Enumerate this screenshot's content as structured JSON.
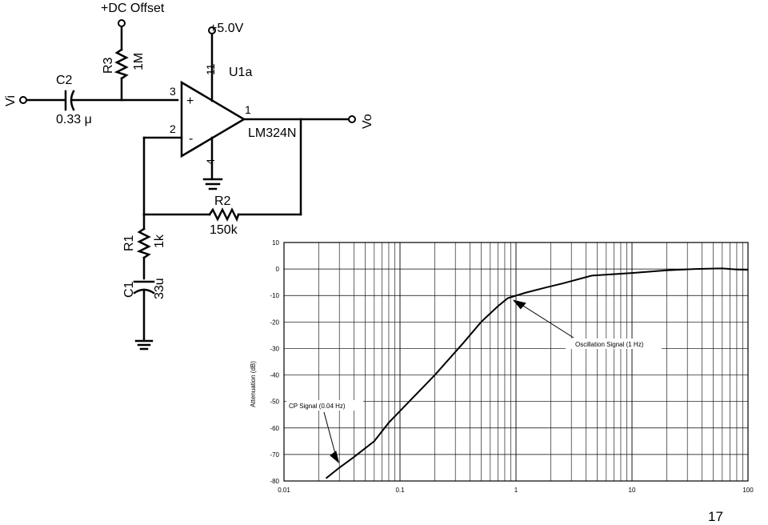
{
  "schematic": {
    "supply_label": "+5.0V",
    "dc_offset_label": "+DC Offset",
    "opamp_name": "U1a",
    "opamp_part": "LM324N",
    "pins": {
      "noninv": "3",
      "inv": "2",
      "out": "1",
      "vplus": "11",
      "vminus": "4"
    },
    "plus_sign": "+",
    "minus_sign": "-",
    "input_label": "Vi",
    "output_label": "Vo",
    "C2": {
      "name": "C2",
      "value": "0.33 μ"
    },
    "R3": {
      "name": "R3",
      "value": "1M"
    },
    "R2": {
      "name": "R2",
      "value": "150k"
    },
    "R1": {
      "name": "R1",
      "value": "1k"
    },
    "C1": {
      "name": "C1",
      "value": "33u"
    }
  },
  "chart_data": {
    "type": "line",
    "xscale": "log",
    "xlim": [
      0.01,
      100
    ],
    "ylim": [
      -80,
      10
    ],
    "x_ticks": [
      "0.01",
      "0.1",
      "1",
      "10",
      "100"
    ],
    "y_ticks": [
      "10",
      "0",
      "-10",
      "-20",
      "-30",
      "-40",
      "-50",
      "-60",
      "-70",
      "-80"
    ],
    "ylabel": "Attenuation (dB)",
    "grid": true,
    "series": [
      {
        "x": [
          0.023,
          0.03,
          0.04,
          0.06,
          0.08,
          0.12,
          0.2,
          0.35,
          0.5,
          0.7,
          0.85,
          1.2,
          1.8,
          2.5,
          4.5,
          10,
          20,
          35,
          60,
          80,
          100
        ],
        "y": [
          -79,
          -75,
          -71,
          -65,
          -58,
          -50,
          -40,
          -28,
          -20,
          -14,
          -11,
          -9,
          -7,
          -5.5,
          -2.5,
          -1.5,
          -0.5,
          0,
          0.2,
          -0.2,
          -0.3
        ]
      }
    ],
    "annotations": [
      {
        "text": "Oscillation Signal (1 Hz)",
        "x": 0.85,
        "y": -11
      },
      {
        "text": "CP Signal (0.04 Hz)",
        "x": 0.03,
        "y": -74
      }
    ]
  },
  "page_number": "17"
}
